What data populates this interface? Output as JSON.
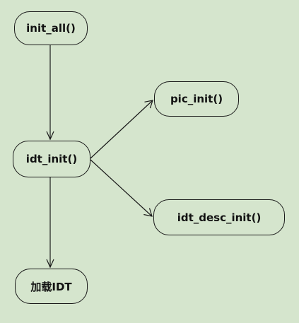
{
  "diagram": {
    "background_color": "#d5e5cd",
    "stroke_color": "#1a1a1a",
    "nodes": [
      {
        "id": "init_all",
        "label": "init_all()"
      },
      {
        "id": "idt_init",
        "label": "idt_init()"
      },
      {
        "id": "pic_init",
        "label": "pic_init()"
      },
      {
        "id": "idt_desc_init",
        "label": "idt_desc_init()"
      },
      {
        "id": "load_idt",
        "label": "加载IDT"
      }
    ],
    "edges": [
      {
        "from": "init_all",
        "to": "idt_init"
      },
      {
        "from": "idt_init",
        "to": "pic_init"
      },
      {
        "from": "idt_init",
        "to": "idt_desc_init"
      },
      {
        "from": "idt_init",
        "to": "load_idt"
      }
    ]
  }
}
